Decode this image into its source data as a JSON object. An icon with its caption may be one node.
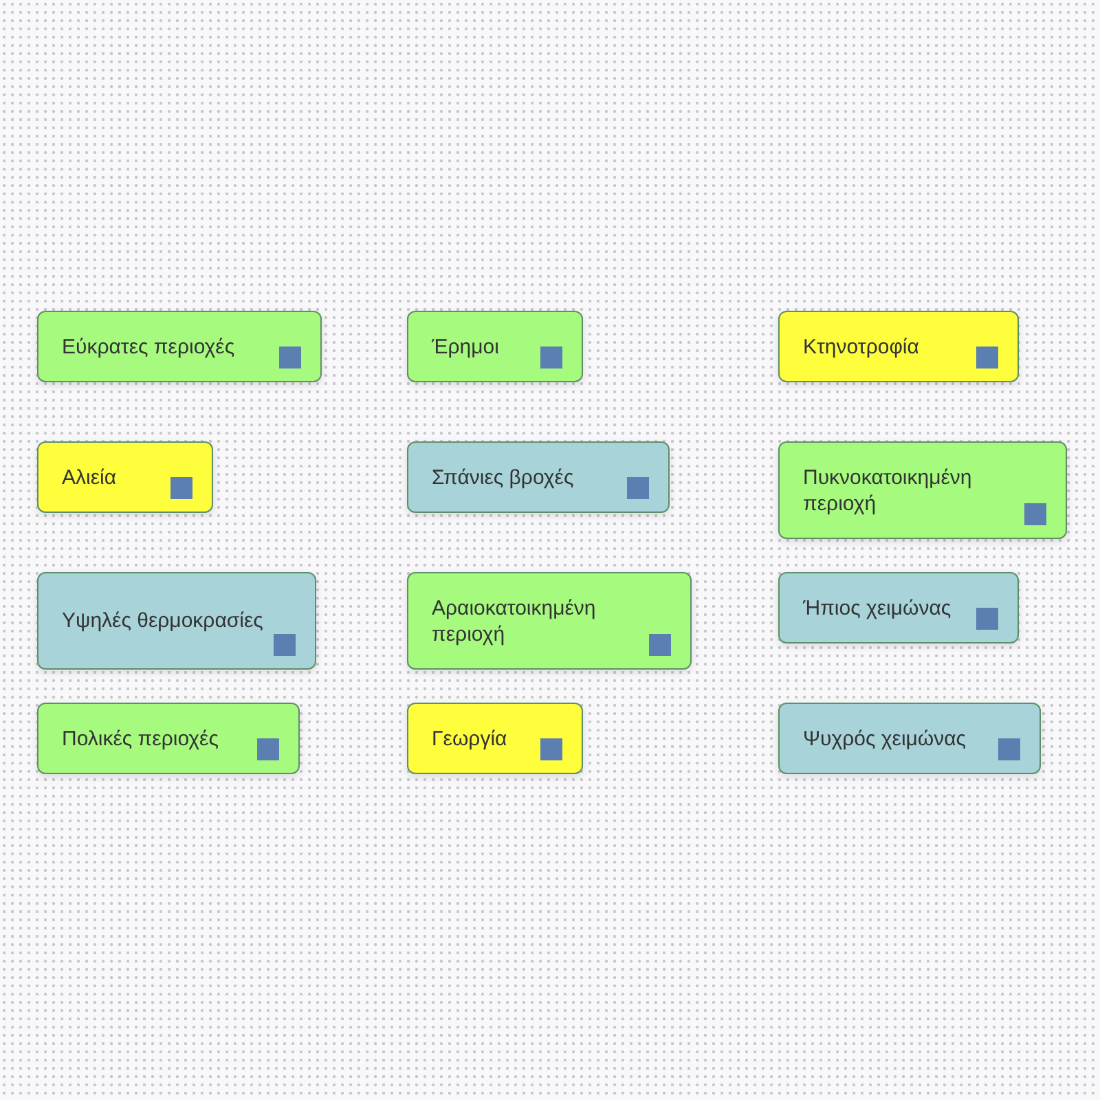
{
  "diagram": {
    "nodes": [
      {
        "text": [
          "Εύκρατες περιοχές"
        ]
      },
      {
        "text": [
          "Έρημοι"
        ]
      },
      {
        "text": [
          "Κτηνοτροφία"
        ]
      },
      {
        "text": [
          "Αλιεία"
        ]
      },
      {
        "text": [
          "Σπάνιες βροχές"
        ]
      },
      {
        "text": [
          "Πυκνοκατοικημένη περιοχή"
        ]
      },
      {
        "text": [
          "Υψηλές θερμοκρασίες"
        ]
      },
      {
        "text": [
          "Αραιοκατοικημένη περιοχή"
        ]
      },
      {
        "text": [
          "Ήπιος χειμώνας"
        ]
      },
      {
        "text": [
          "Πολικές περιοχές"
        ]
      },
      {
        "text": [
          "Γεωργία"
        ]
      },
      {
        "text": [
          "Ψυχρός χειμώνας"
        ]
      }
    ]
  }
}
